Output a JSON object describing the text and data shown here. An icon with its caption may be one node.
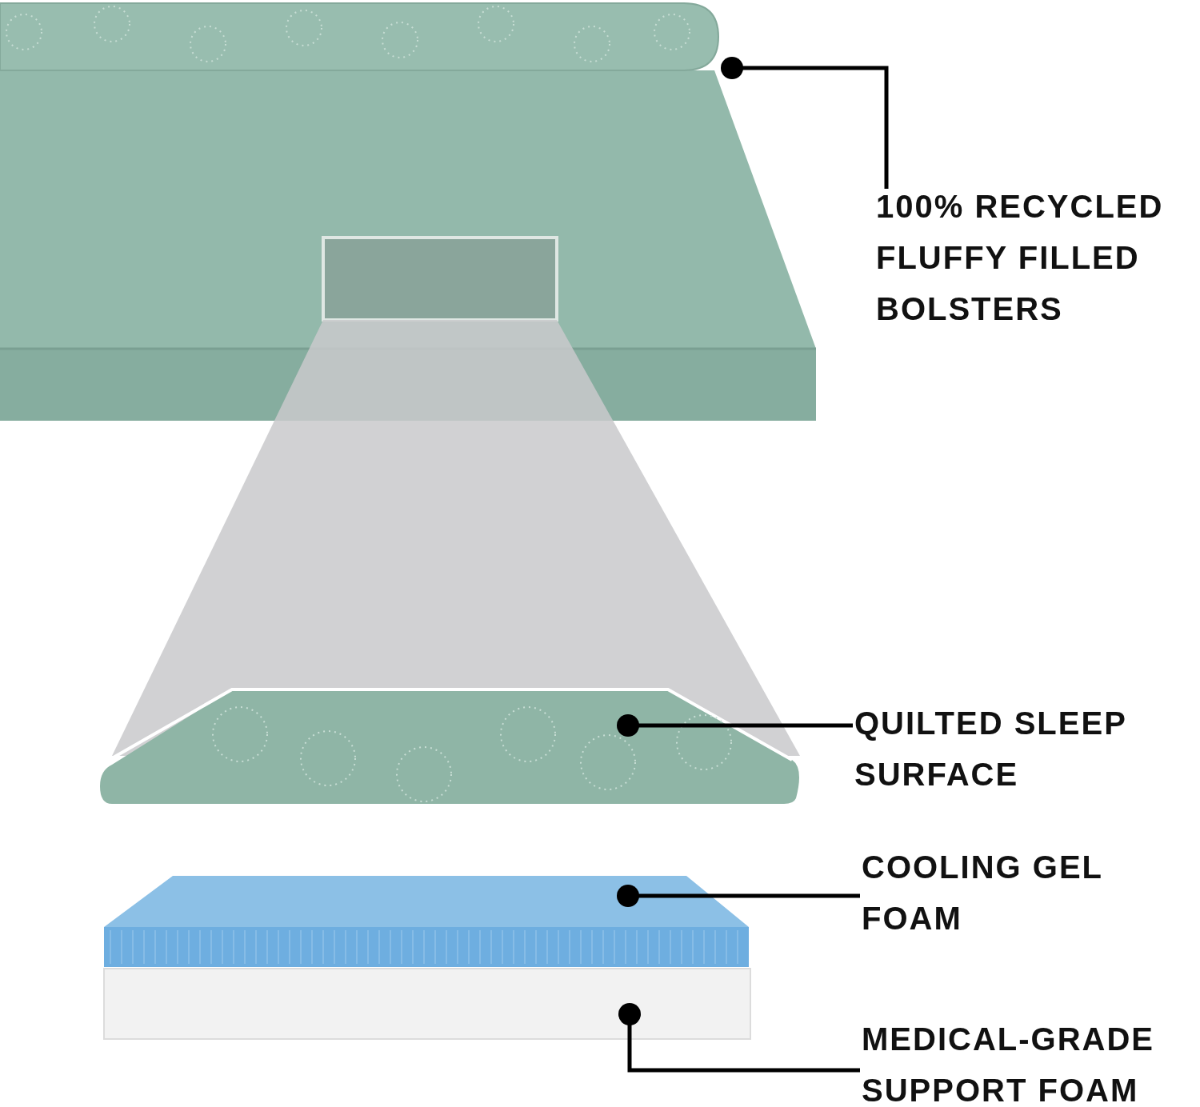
{
  "diagram": {
    "nodes": [
      {
        "text": [],
        "shape": "picture"
      },
      {
        "text": [
          "100% RECYCLED FLUFFY FILLED BOLSTERS"
        ]
      },
      {
        "text": [],
        "shape": "picture"
      },
      {
        "text": [
          "QUILTED SLEEP SURFACE"
        ]
      },
      {
        "text": [],
        "shape": "picture"
      },
      {
        "text": [
          "COOLING GEL FOAM"
        ]
      },
      {
        "text": [],
        "shape": "box"
      },
      {
        "text": [
          "MEDICAL-GRADE SUPPORT FOAM"
        ]
      }
    ],
    "edges": [
      {
        "from": 1,
        "to": 0,
        "arrow": "other"
      },
      {
        "from": 3,
        "to": 2,
        "arrow": "other"
      },
      {
        "from": 5,
        "to": 4,
        "arrow": "other"
      },
      {
        "from": 7,
        "to": 6,
        "arrow": "other"
      }
    ]
  }
}
